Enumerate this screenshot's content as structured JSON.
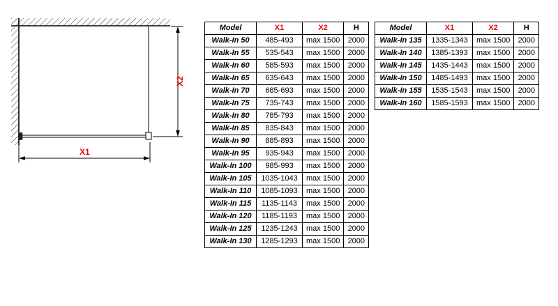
{
  "colors": {
    "accent": "#e30613",
    "line": "#000000"
  },
  "diagram": {
    "x1_label": "X1",
    "x2_label": "X2"
  },
  "tables": [
    {
      "headers": [
        "Model",
        "X1",
        "X2",
        "H"
      ],
      "rows": [
        [
          "Walk-In 50",
          "485-493",
          "max 1500",
          "2000"
        ],
        [
          "Walk-In 55",
          "535-543",
          "max 1500",
          "2000"
        ],
        [
          "Walk-In 60",
          "585-593",
          "max 1500",
          "2000"
        ],
        [
          "Walk-In 65",
          "635-643",
          "max 1500",
          "2000"
        ],
        [
          "Walk-In 70",
          "685-693",
          "max 1500",
          "2000"
        ],
        [
          "Walk-In 75",
          "735-743",
          "max 1500",
          "2000"
        ],
        [
          "Walk-In 80",
          "785-793",
          "max 1500",
          "2000"
        ],
        [
          "Walk-In 85",
          "835-843",
          "max 1500",
          "2000"
        ],
        [
          "Walk-In 90",
          "885-893",
          "max 1500",
          "2000"
        ],
        [
          "Walk-In 95",
          "935-943",
          "max 1500",
          "2000"
        ],
        [
          "Walk-In 100",
          "985-993",
          "max 1500",
          "2000"
        ],
        [
          "Walk-In 105",
          "1035-1043",
          "max 1500",
          "2000"
        ],
        [
          "Walk-In 110",
          "1085-1093",
          "max 1500",
          "2000"
        ],
        [
          "Walk-In 115",
          "1135-1143",
          "max 1500",
          "2000"
        ],
        [
          "Walk-In 120",
          "1185-1193",
          "max 1500",
          "2000"
        ],
        [
          "Walk-In 125",
          "1235-1243",
          "max 1500",
          "2000"
        ],
        [
          "Walk-In 130",
          "1285-1293",
          "max 1500",
          "2000"
        ]
      ]
    },
    {
      "headers": [
        "Model",
        "X1",
        "X2",
        "H"
      ],
      "rows": [
        [
          "Walk-In 135",
          "1335-1343",
          "max 1500",
          "2000"
        ],
        [
          "Walk-In 140",
          "1385-1393",
          "max 1500",
          "2000"
        ],
        [
          "Walk-In 145",
          "1435-1443",
          "max 1500",
          "2000"
        ],
        [
          "Walk-In 150",
          "1485-1493",
          "max 1500",
          "2000"
        ],
        [
          "Walk-In 155",
          "1535-1543",
          "max 1500",
          "2000"
        ],
        [
          "Walk-In 160",
          "1585-1593",
          "max 1500",
          "2000"
        ]
      ]
    }
  ]
}
